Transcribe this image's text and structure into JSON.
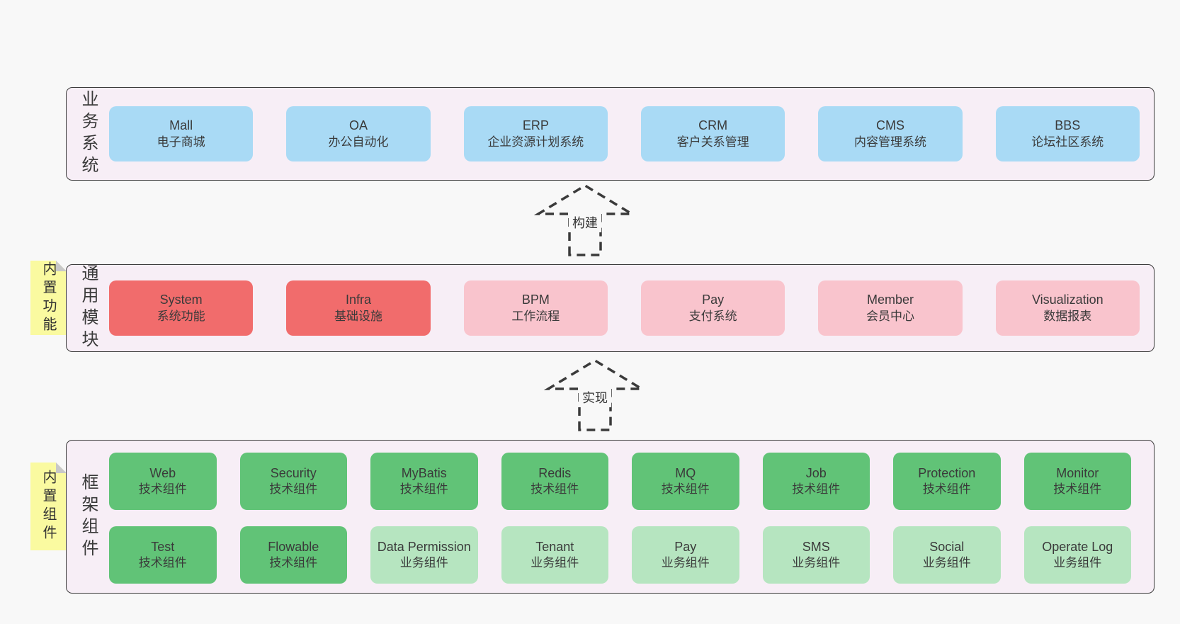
{
  "colors": {
    "page_bg": "#f8f8f8",
    "band_bg": "#f7eef6",
    "band_border": "#3c3c3c",
    "blue": "#a9daf5",
    "red": "#f16c6c",
    "pink": "#f9c4cd",
    "green": "#61c377",
    "lightgreen": "#b6e5c0",
    "note_bg": "#fafaa0",
    "note_fold": "#c8c8c8",
    "text": "#3a3a3a"
  },
  "arrows": [
    {
      "label": "构建"
    },
    {
      "label": "实现"
    }
  ],
  "bands": [
    {
      "label": "业务系统",
      "note": "",
      "rows": [
        [
          {
            "title": "Mall",
            "subtitle": "电子商城",
            "variant": "blue"
          },
          {
            "title": "OA",
            "subtitle": "办公自动化",
            "variant": "blue"
          },
          {
            "title": "ERP",
            "subtitle": "企业资源计划系统",
            "variant": "blue"
          },
          {
            "title": "CRM",
            "subtitle": "客户关系管理",
            "variant": "blue"
          },
          {
            "title": "CMS",
            "subtitle": "内容管理系统",
            "variant": "blue"
          },
          {
            "title": "BBS",
            "subtitle": "论坛社区系统",
            "variant": "blue"
          }
        ]
      ]
    },
    {
      "label": "通用模块",
      "note": "内置功能",
      "rows": [
        [
          {
            "title": "System",
            "subtitle": "系统功能",
            "variant": "red"
          },
          {
            "title": "Infra",
            "subtitle": "基础设施",
            "variant": "red"
          },
          {
            "title": "BPM",
            "subtitle": "工作流程",
            "variant": "pink"
          },
          {
            "title": "Pay",
            "subtitle": "支付系统",
            "variant": "pink"
          },
          {
            "title": "Member",
            "subtitle": "会员中心",
            "variant": "pink"
          },
          {
            "title": "Visualization",
            "subtitle": "数据报表",
            "variant": "pink"
          }
        ]
      ]
    },
    {
      "label": "框架组件",
      "note": "内置组件",
      "rows": [
        [
          {
            "title": "Web",
            "subtitle": "技术组件",
            "variant": "green"
          },
          {
            "title": "Security",
            "subtitle": "技术组件",
            "variant": "green"
          },
          {
            "title": "MyBatis",
            "subtitle": "技术组件",
            "variant": "green"
          },
          {
            "title": "Redis",
            "subtitle": "技术组件",
            "variant": "green"
          },
          {
            "title": "MQ",
            "subtitle": "技术组件",
            "variant": "green"
          },
          {
            "title": "Job",
            "subtitle": "技术组件",
            "variant": "green"
          },
          {
            "title": "Protection",
            "subtitle": "技术组件",
            "variant": "green"
          },
          {
            "title": "Monitor",
            "subtitle": "技术组件",
            "variant": "green"
          }
        ],
        [
          {
            "title": "Test",
            "subtitle": "技术组件",
            "variant": "green"
          },
          {
            "title": "Flowable",
            "subtitle": "技术组件",
            "variant": "green"
          },
          {
            "title": "Data Permission",
            "subtitle": "业务组件",
            "variant": "lightgreen"
          },
          {
            "title": "Tenant",
            "subtitle": "业务组件",
            "variant": "lightgreen"
          },
          {
            "title": "Pay",
            "subtitle": "业务组件",
            "variant": "lightgreen"
          },
          {
            "title": "SMS",
            "subtitle": "业务组件",
            "variant": "lightgreen"
          },
          {
            "title": "Social",
            "subtitle": "业务组件",
            "variant": "lightgreen"
          },
          {
            "title": "Operate Log",
            "subtitle": "业务组件",
            "variant": "lightgreen"
          }
        ]
      ]
    }
  ]
}
